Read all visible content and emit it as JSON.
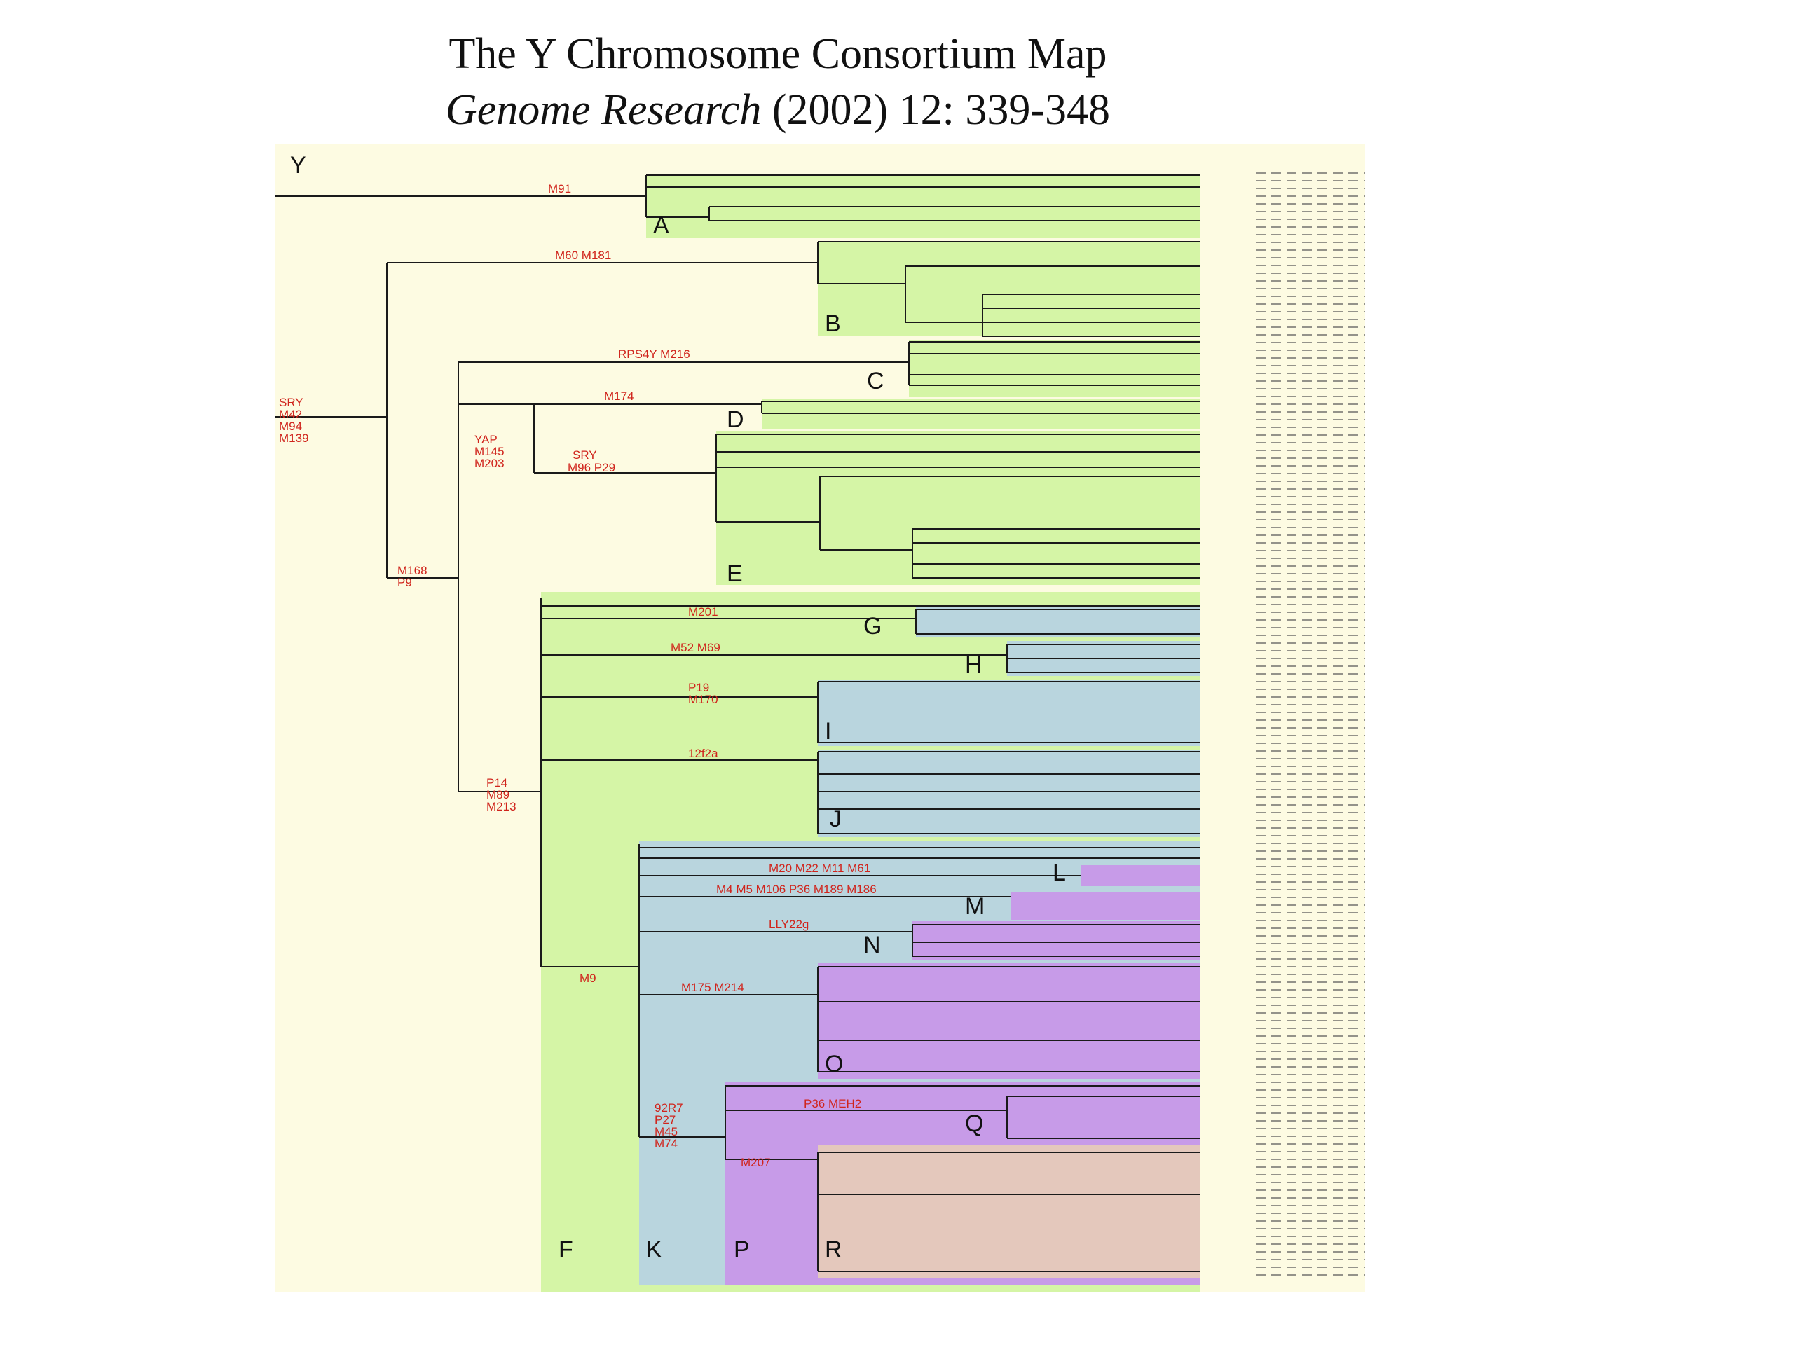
{
  "title": {
    "line1": "The Y Chromosome Consortium Map",
    "journal": "Genome Research",
    "citation": " (2002) 12: 339-348"
  },
  "colors": {
    "background": "#ffffff",
    "panel": "#fdfbe2",
    "group_green": "#d5f5a6",
    "group_blue": "#b9d5de",
    "group_purple": "#c79be8",
    "group_tan": "#e4c8bc",
    "line": "#1a1a1a",
    "marker_text": "#d0241c"
  },
  "tree": {
    "root_label": "Y",
    "haplogroups": [
      "A",
      "B",
      "C",
      "D",
      "E",
      "F",
      "G",
      "H",
      "I",
      "J",
      "K",
      "L",
      "M",
      "N",
      "O",
      "P",
      "Q",
      "R"
    ],
    "markers": [
      {
        "id": "m91",
        "text": "M91"
      },
      {
        "id": "m60",
        "text": "M60  M181"
      },
      {
        "id": "rps4y",
        "text": "RPS4Y  M216"
      },
      {
        "id": "m174",
        "text": "M174"
      },
      {
        "id": "yap1",
        "text": "YAP"
      },
      {
        "id": "yap2",
        "text": "M145"
      },
      {
        "id": "yap3",
        "text": "M203"
      },
      {
        "id": "sry465",
        "text": "SRY"
      },
      {
        "id": "m96",
        "text": "M96     P29"
      },
      {
        "id": "root1",
        "text": "SRY"
      },
      {
        "id": "root2",
        "text": "M42"
      },
      {
        "id": "root3",
        "text": "M94"
      },
      {
        "id": "root4",
        "text": "M139"
      },
      {
        "id": "m168a",
        "text": "M168"
      },
      {
        "id": "m168b",
        "text": "P9"
      },
      {
        "id": "p14a",
        "text": "P14"
      },
      {
        "id": "p14b",
        "text": "M89"
      },
      {
        "id": "p14c",
        "text": "M213"
      },
      {
        "id": "m201",
        "text": "M201"
      },
      {
        "id": "m52",
        "text": "M52  M69"
      },
      {
        "id": "p19a",
        "text": "P19"
      },
      {
        "id": "p19b",
        "text": "M170"
      },
      {
        "id": "f2",
        "text": "12f2a"
      },
      {
        "id": "m20",
        "text": "M20  M22  M11  M61"
      },
      {
        "id": "m4",
        "text": "M4 M5 M106 P36 M189 M186"
      },
      {
        "id": "lly",
        "text": "LLY22g"
      },
      {
        "id": "m9",
        "text": "M9"
      },
      {
        "id": "m175",
        "text": "M175  M214"
      },
      {
        "id": "k1",
        "text": "92R7"
      },
      {
        "id": "k2",
        "text": "P27"
      },
      {
        "id": "k3",
        "text": "M45"
      },
      {
        "id": "k4",
        "text": "M74"
      },
      {
        "id": "p36",
        "text": "P36   MEH2"
      },
      {
        "id": "m207",
        "text": "M207"
      }
    ]
  }
}
